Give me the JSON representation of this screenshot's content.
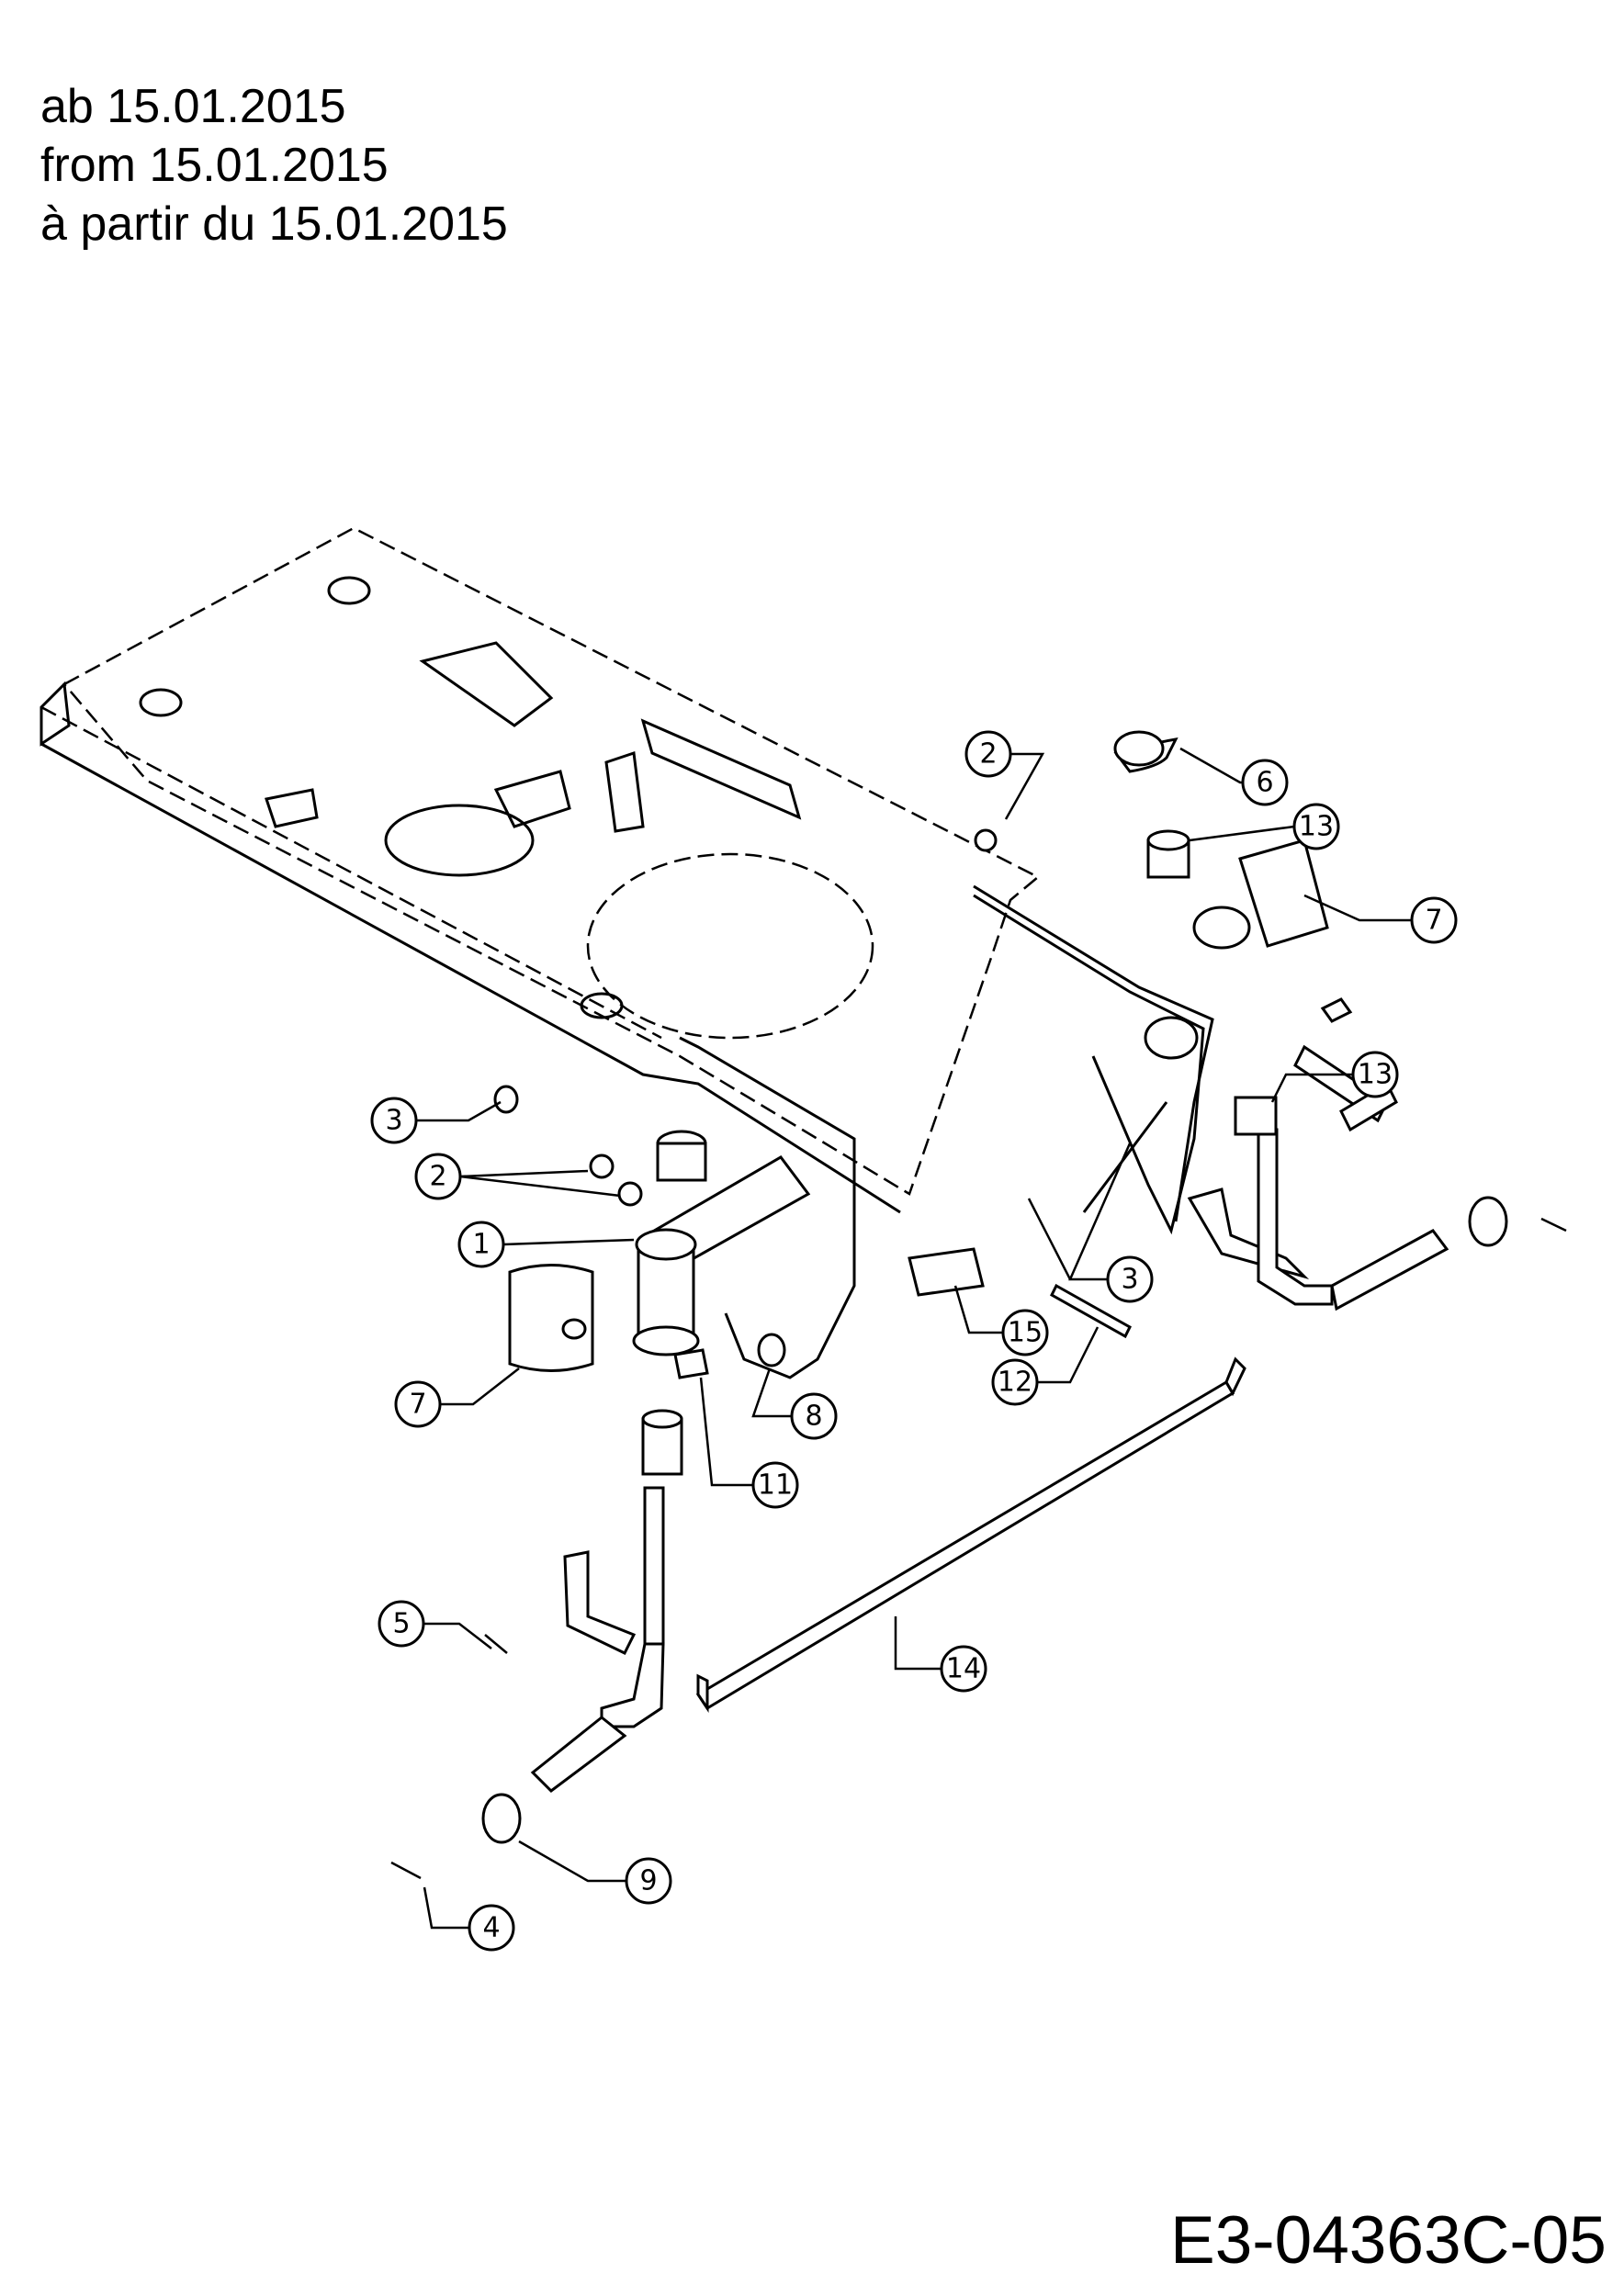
{
  "header": {
    "line_de": "ab 15.01.2015",
    "line_en": "from 15.01.2015",
    "line_fr": "à partir du 15.01.2015"
  },
  "drawing_code": "E3-04363C-05",
  "callouts": {
    "c2_top": "2",
    "c6": "6",
    "c13_top": "13",
    "c7_right": "7",
    "c13_low": "13",
    "c3_left": "3",
    "c2_left": "2",
    "c1": "1",
    "c3_right": "3",
    "c15": "15",
    "c7_left": "7",
    "c12": "12",
    "c8": "8",
    "c11": "11",
    "c5": "5",
    "c14": "14",
    "c9": "9",
    "c4": "4"
  }
}
